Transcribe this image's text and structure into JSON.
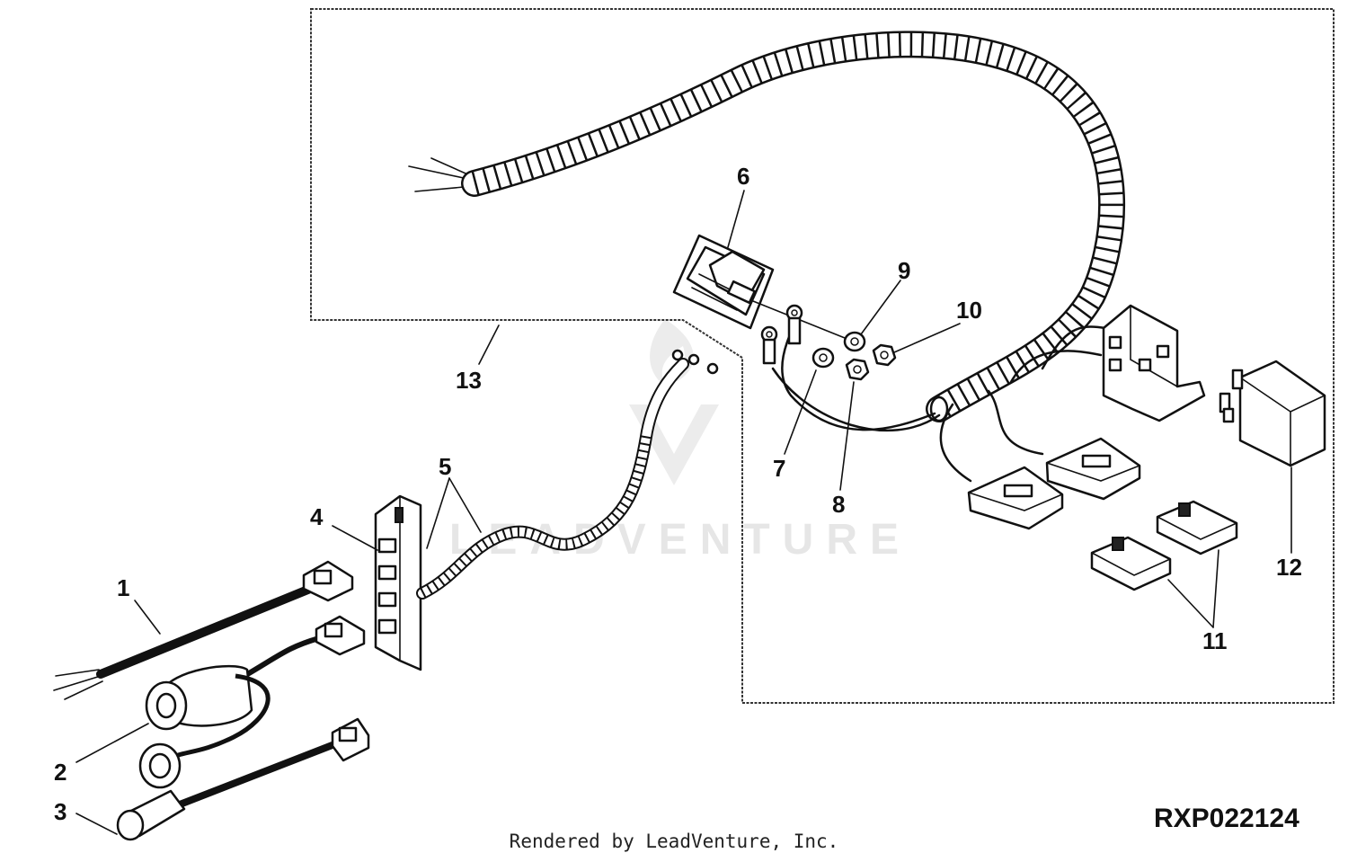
{
  "callouts": [
    "1",
    "2",
    "3",
    "4",
    "5",
    "6",
    "7",
    "8",
    "9",
    "10",
    "11",
    "12",
    "13"
  ],
  "figure_id": "RXP022124",
  "footer": "Rendered by LeadVenture, Inc.",
  "watermark": "LEADVENTURE"
}
